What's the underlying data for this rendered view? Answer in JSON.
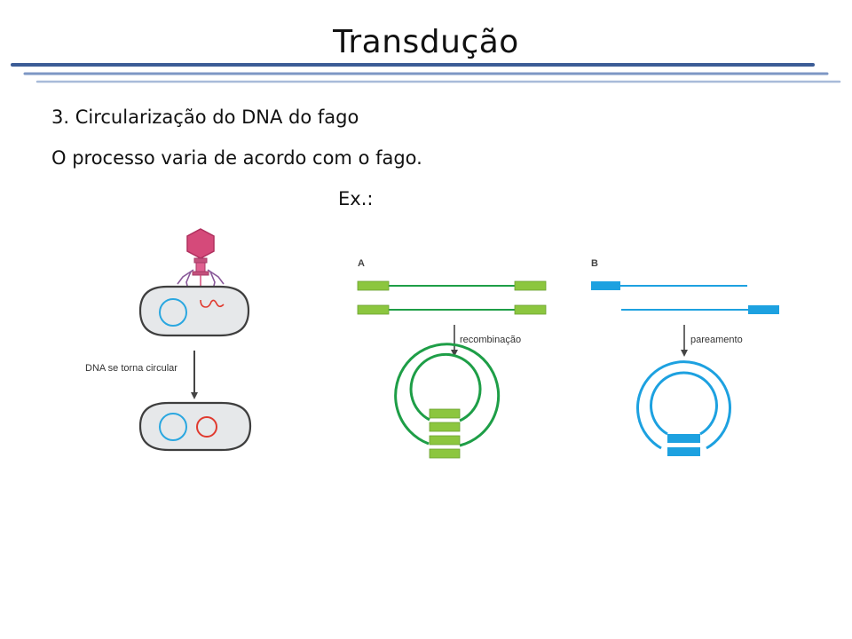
{
  "slide": {
    "title": "Transdução",
    "lines": [
      "3. Circularização do DNA do fago",
      "O processo varia de acordo com o fago.",
      "Ex.:"
    ]
  },
  "figure_left": {
    "arrow_label": "DNA se torna circular"
  },
  "panel_a": {
    "label": "A",
    "arrow_label": "recombinação",
    "color": "#1e9e47",
    "block_color": "#8cc63f"
  },
  "panel_b": {
    "label": "B",
    "arrow_label": "pareamento",
    "color": "#1da1e0",
    "block_color": "#1da1e0"
  },
  "colors": {
    "rule_dark": "#3b5c96",
    "rule_light": "#8ea7cf",
    "cell_fill": "#e6e8ea",
    "phage": "#d54a7a",
    "circle_blue": "#2aa7e0",
    "circle_red": "#e03a2f"
  }
}
